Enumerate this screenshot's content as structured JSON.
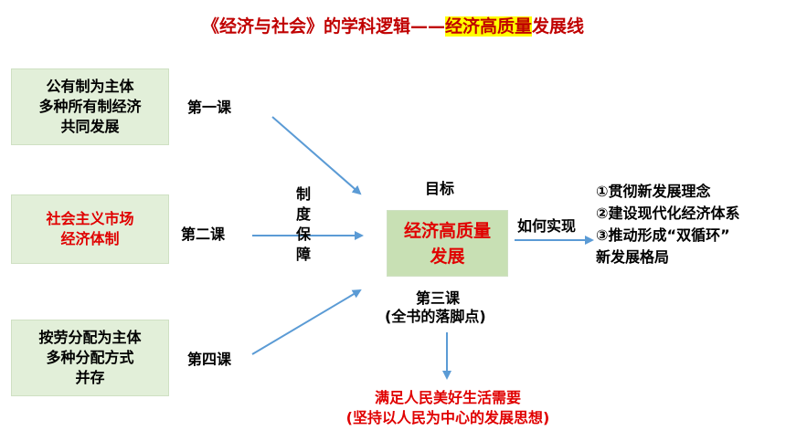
{
  "title": {
    "prefix": "《经济与社会》的学科逻辑——",
    "highlight": "经济高质量",
    "suffix": "发展线"
  },
  "left_boxes": [
    {
      "text": "公有制为主体\n多种所有制经济\n共同发展"
    },
    {
      "text": "社会主义市场\n经济体制"
    },
    {
      "text": "按劳分配为主体\n多种分配方式\n并存"
    }
  ],
  "lessons": {
    "lesson1": "第一课",
    "lesson2": "第二课",
    "lesson4": "第四课",
    "lesson3": "第三课",
    "lesson3_note": "(全书的落脚点)"
  },
  "institution_guarantee": "制\n度\n保\n障",
  "goal_label": "目标",
  "center": {
    "text": "经济高质量\n发展"
  },
  "how_label": "如何实现",
  "right_list": [
    "①贯彻新发展理念",
    "②建设现代化经济体系",
    "③推动形成“双循环”",
    "新发展格局"
  ],
  "bottom": {
    "line1": "满足人民美好生活需要",
    "line2": "(坚持以人民为中心的发展思想)"
  },
  "colors": {
    "title_red": "#c00000",
    "text_red": "#e00000",
    "box_green": "#e2efd9",
    "center_green": "#c8e0b4",
    "arrow_blue": "#5b9bd5",
    "highlight_yellow": "#ffff00"
  }
}
